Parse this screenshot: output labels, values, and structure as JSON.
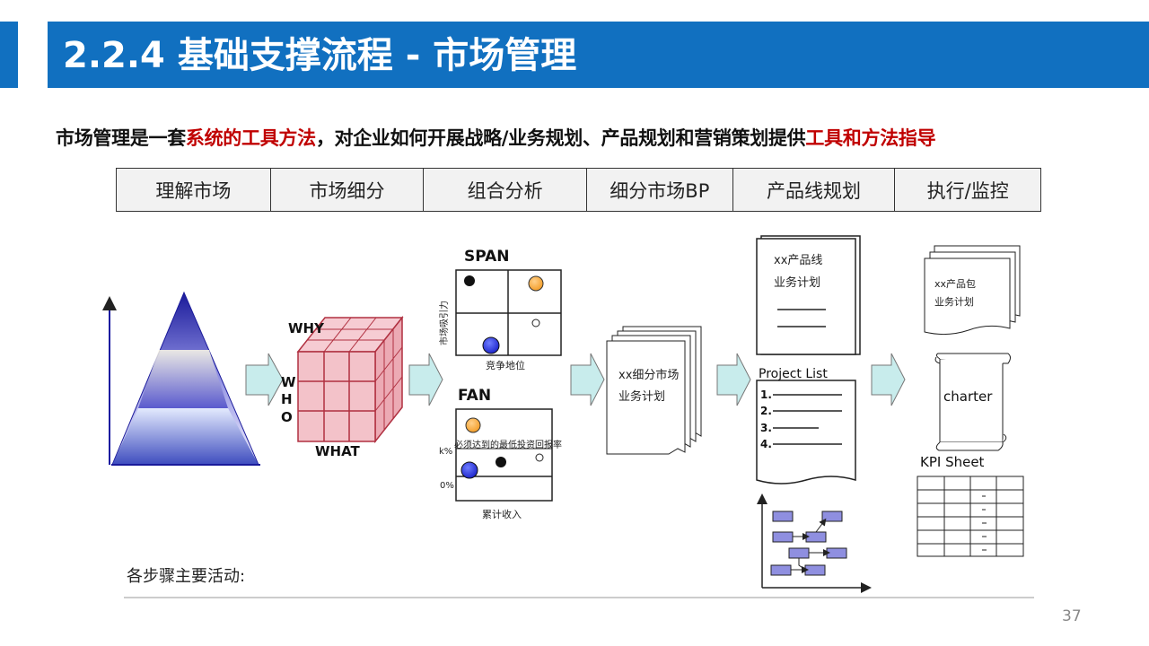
{
  "title": "2.2.4 基础支撑流程 - 市场管理",
  "subtitle": {
    "part1": "市场管理是一套",
    "highlight1": "系统的工具方法",
    "part2": "，对企业如何开展战略/业务规划、产品规划和营销策划提供",
    "highlight2": "工具和方法指导"
  },
  "steps": [
    "理解市场",
    "市场细分",
    "组合分析",
    "细分市场BP",
    "产品线规划",
    "执行/监控"
  ],
  "cube": {
    "top_label": "WHY",
    "side_letters": [
      "W",
      "H",
      "O"
    ],
    "bottom_label": "WHAT"
  },
  "span_chart": {
    "title": "SPAN",
    "y_label": "市场吸引力",
    "x_label": "竞争地位"
  },
  "fan_chart": {
    "title": "FAN",
    "annotation": "必须达到的最低投资回报率",
    "y_top": "k%",
    "y_zero": "0%",
    "x_label": "累计收入"
  },
  "bp_doc": {
    "line1": "xx细分市场",
    "line2": "业务计划"
  },
  "product_line_doc": {
    "line1": "xx产品线",
    "line2": "业务计划"
  },
  "project_list": {
    "title": "Project List",
    "items": [
      "1.",
      "2.",
      "3.",
      "4."
    ]
  },
  "package_doc": {
    "line1": "xx产品包",
    "line2": "业务计划"
  },
  "charter_label": "charter",
  "kpi_label": "KPI Sheet",
  "activities_label": "各步骤主要活动:",
  "page_number": "37",
  "colors": {
    "title_bar": "#1170c0",
    "highlight": "#c00000",
    "arrow_fill": "#c8ecec",
    "cube": "#f3c2c9"
  }
}
